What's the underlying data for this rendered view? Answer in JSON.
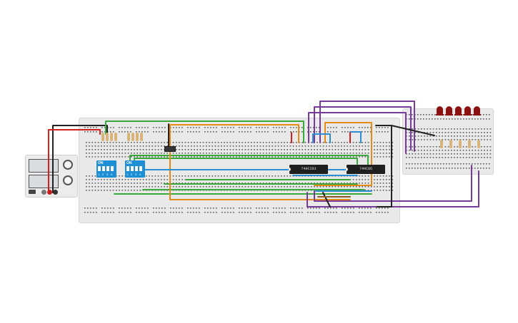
{
  "circuit": {
    "chips": [
      {
        "label": "74HC283"
      },
      {
        "label": "74HC86"
      }
    ],
    "dip_switches": [
      {
        "on_label": "ON",
        "numbers": [
          "1",
          "2",
          "3",
          "4"
        ]
      },
      {
        "on_label": "ON",
        "numbers": [
          "1",
          "2",
          "3",
          "4"
        ]
      }
    ],
    "leds": {
      "count": 5,
      "color": "#8c1212"
    },
    "wire_colors": {
      "green": "#3aa83a",
      "orange": "#e68a17",
      "purple": "#7a3a9c",
      "blue": "#2c8fd6",
      "red": "#d32020",
      "black": "#222222",
      "brown": "#8a5a2a"
    }
  }
}
